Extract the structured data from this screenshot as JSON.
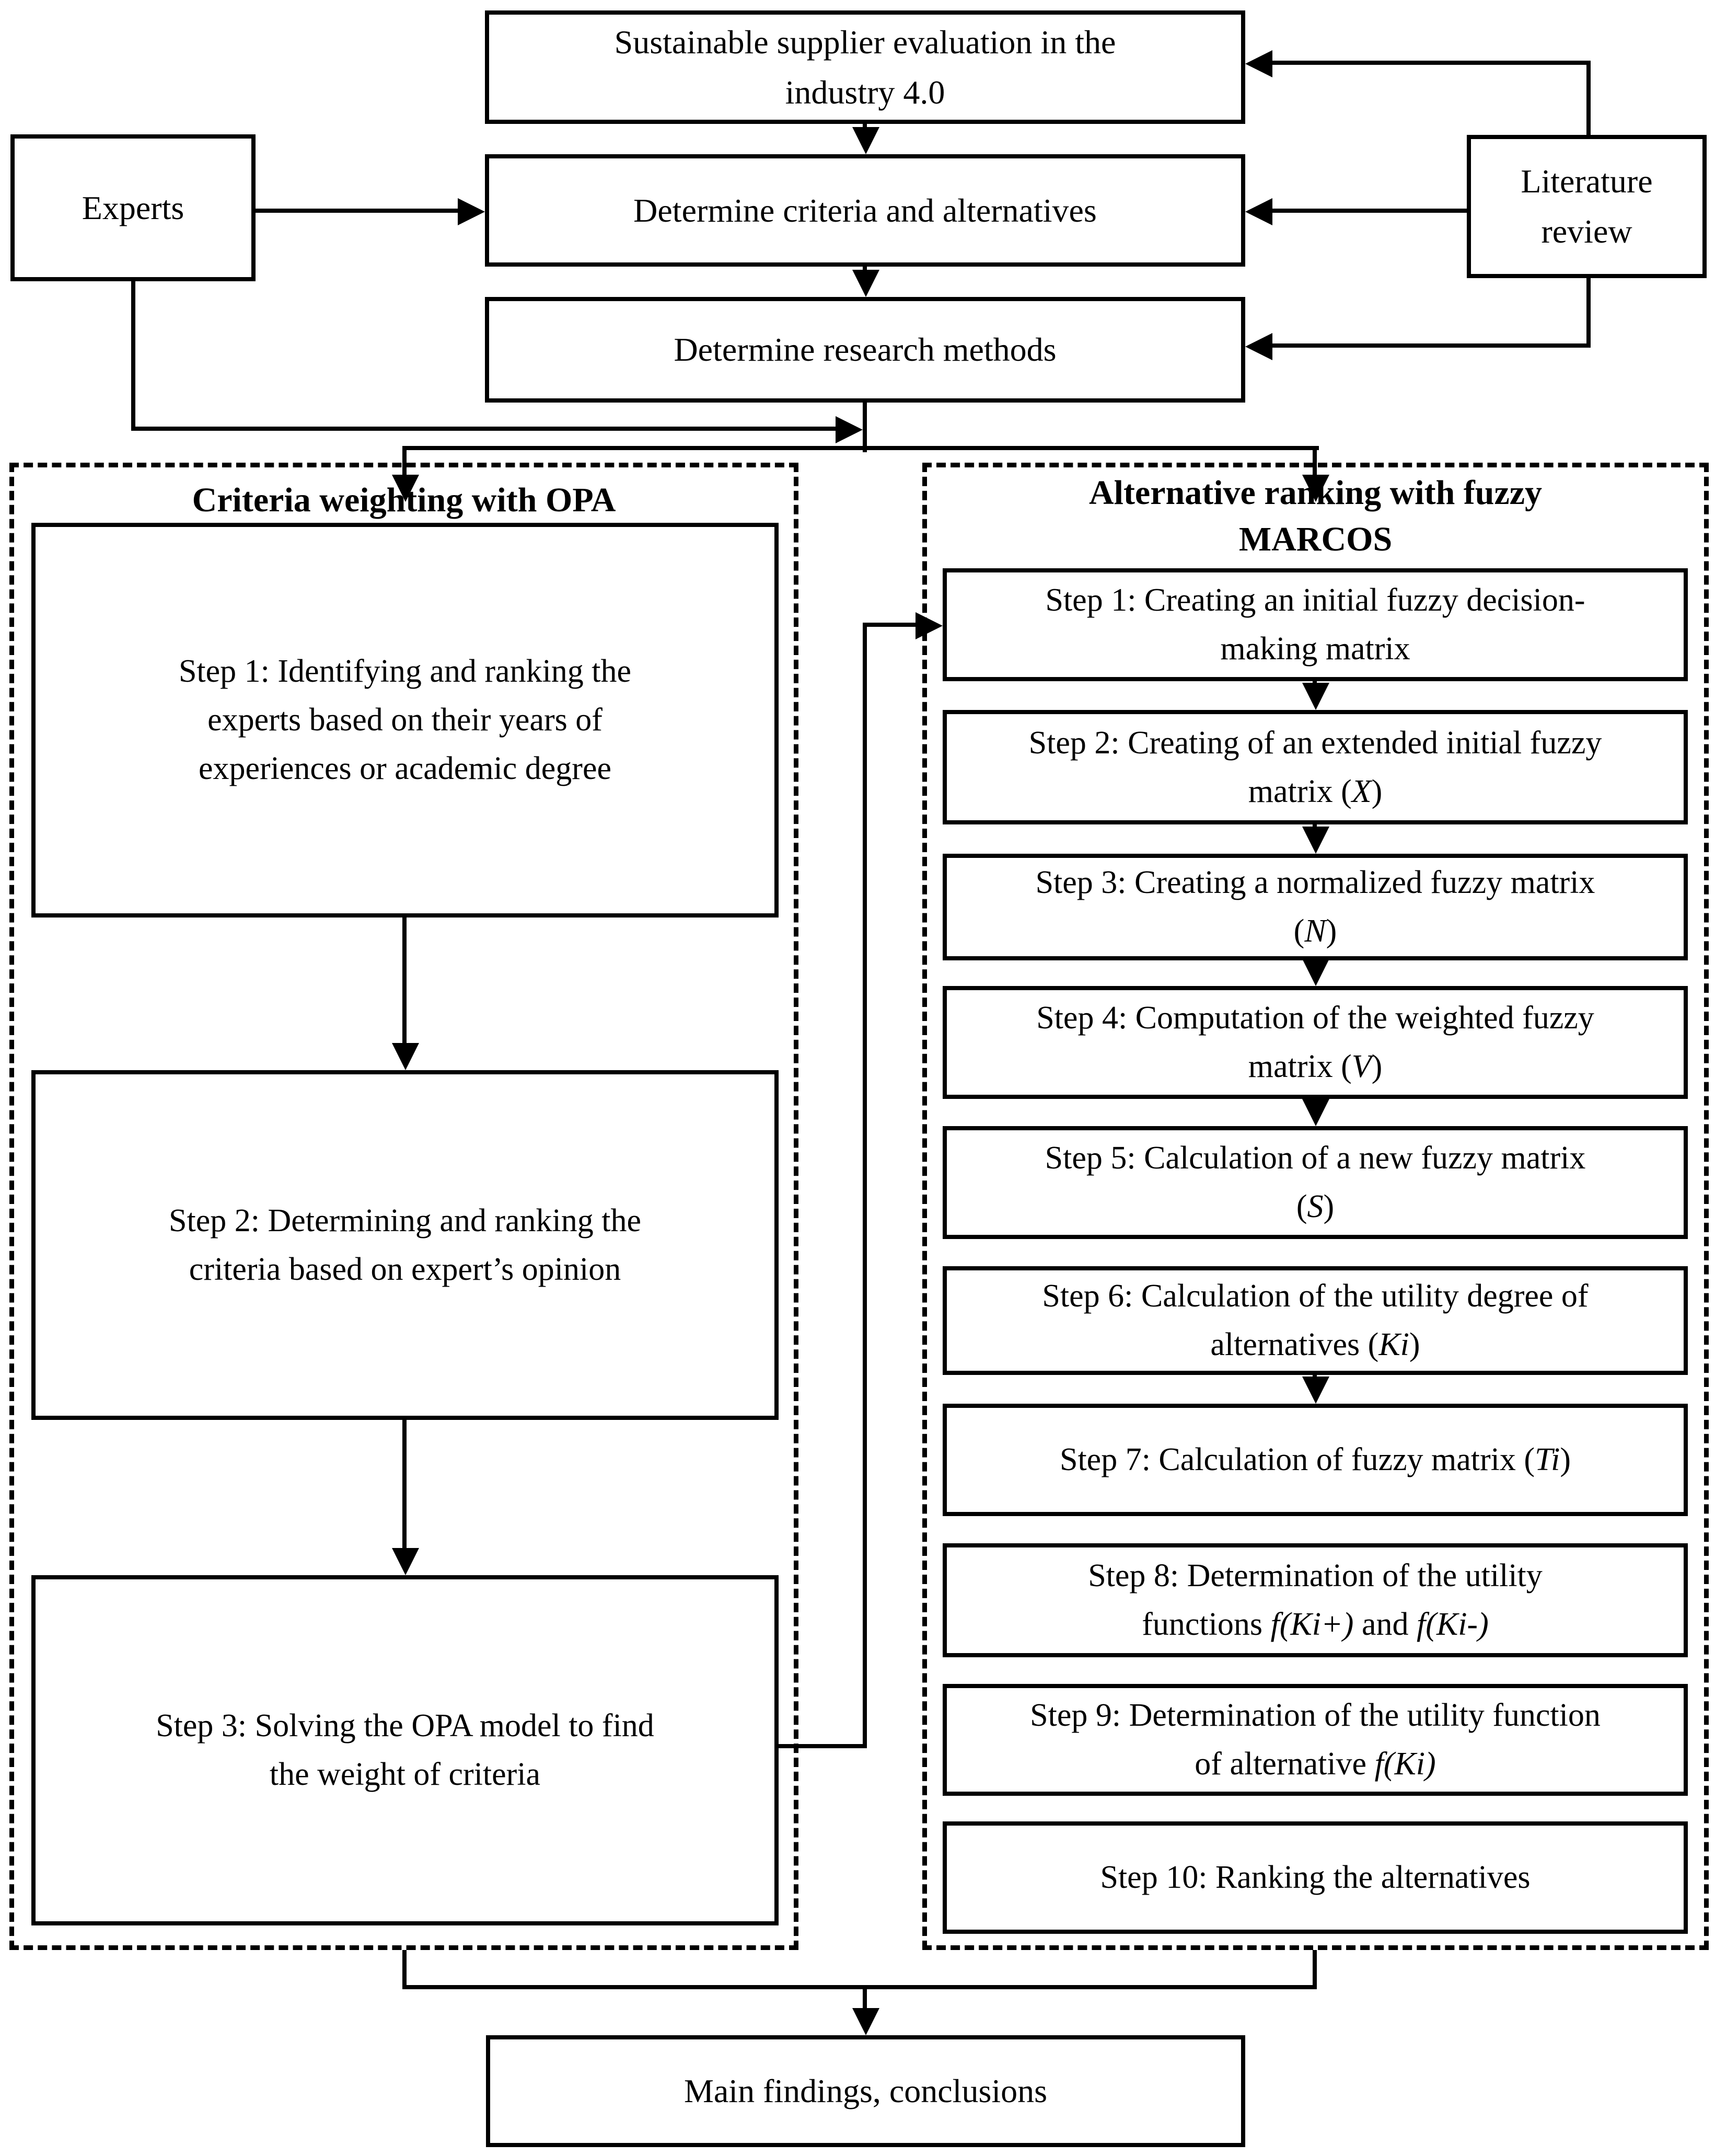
{
  "colors": {
    "line": "#000000",
    "background": "#ffffff"
  },
  "top": {
    "sustainable_parts": [
      {
        "t": "Sustainable supplier evaluation in the"
      },
      {
        "br": true
      },
      {
        "t": "industry 4.0"
      }
    ],
    "experts_label": "Experts",
    "literature_parts": [
      {
        "t": "Literature"
      },
      {
        "br": true
      },
      {
        "t": "review"
      }
    ],
    "determine_criteria_label": "Determine criteria and alternatives",
    "determine_methods_label": "Determine research methods"
  },
  "opa": {
    "title": "Criteria weighting with OPA",
    "steps": [
      {
        "parts": [
          {
            "t": "Step 1: Identifying and ranking the"
          },
          {
            "br": true
          },
          {
            "t": "experts based on their years of"
          },
          {
            "br": true
          },
          {
            "t": "experiences or academic degree"
          }
        ]
      },
      {
        "parts": [
          {
            "t": "Step 2: Determining and ranking the"
          },
          {
            "br": true
          },
          {
            "t": "criteria based on expert’s opinion"
          }
        ]
      },
      {
        "parts": [
          {
            "t": "Step 3: Solving the OPA model to find"
          },
          {
            "br": true
          },
          {
            "t": "the weight of criteria"
          }
        ]
      }
    ]
  },
  "marcos": {
    "title_parts": [
      {
        "t": "Alternative ranking with fuzzy"
      },
      {
        "br": true
      },
      {
        "t": "MARCOS"
      }
    ],
    "steps": [
      {
        "parts": [
          {
            "t": "Step 1: Creating an initial fuzzy decision-"
          },
          {
            "br": true
          },
          {
            "t": "making matrix"
          }
        ]
      },
      {
        "parts": [
          {
            "t": "Step 2: Creating of an extended initial fuzzy"
          },
          {
            "br": true
          },
          {
            "t": "matrix ("
          },
          {
            "t": "X",
            "i": true
          },
          {
            "t": ")"
          }
        ]
      },
      {
        "parts": [
          {
            "t": "Step 3: Creating a normalized fuzzy matrix"
          },
          {
            "br": true
          },
          {
            "t": "("
          },
          {
            "t": "N",
            "i": true
          },
          {
            "t": ")"
          }
        ]
      },
      {
        "parts": [
          {
            "t": "Step 4: Computation of the weighted fuzzy"
          },
          {
            "br": true
          },
          {
            "t": "matrix ("
          },
          {
            "t": "V",
            "i": true
          },
          {
            "t": ")"
          }
        ]
      },
      {
        "parts": [
          {
            "t": "Step 5: Calculation of a new fuzzy matrix"
          },
          {
            "br": true
          },
          {
            "t": "("
          },
          {
            "t": "S",
            "i": true
          },
          {
            "t": ")"
          }
        ]
      },
      {
        "parts": [
          {
            "t": "Step 6: Calculation of the utility degree of"
          },
          {
            "br": true
          },
          {
            "t": "alternatives ("
          },
          {
            "t": "Ki",
            "i": true
          },
          {
            "t": ")"
          }
        ]
      },
      {
        "parts": [
          {
            "t": "Step 7: Calculation of fuzzy matrix ("
          },
          {
            "t": "Ti",
            "i": true
          },
          {
            "t": ")"
          }
        ]
      },
      {
        "parts": [
          {
            "t": "Step 8: Determination of the utility"
          },
          {
            "br": true
          },
          {
            "t": "functions "
          },
          {
            "t": "f(Ki+)",
            "i": true
          },
          {
            "t": " and "
          },
          {
            "t": "f(Ki-)",
            "i": true
          }
        ]
      },
      {
        "parts": [
          {
            "t": "Step 9: Determination of the utility function"
          },
          {
            "br": true
          },
          {
            "t": "of alternative "
          },
          {
            "t": "f(Ki)",
            "i": true
          }
        ]
      },
      {
        "parts": [
          {
            "t": "Step 10: Ranking the alternatives"
          }
        ]
      }
    ]
  },
  "bottom": {
    "main_label": "Main findings, conclusions"
  }
}
